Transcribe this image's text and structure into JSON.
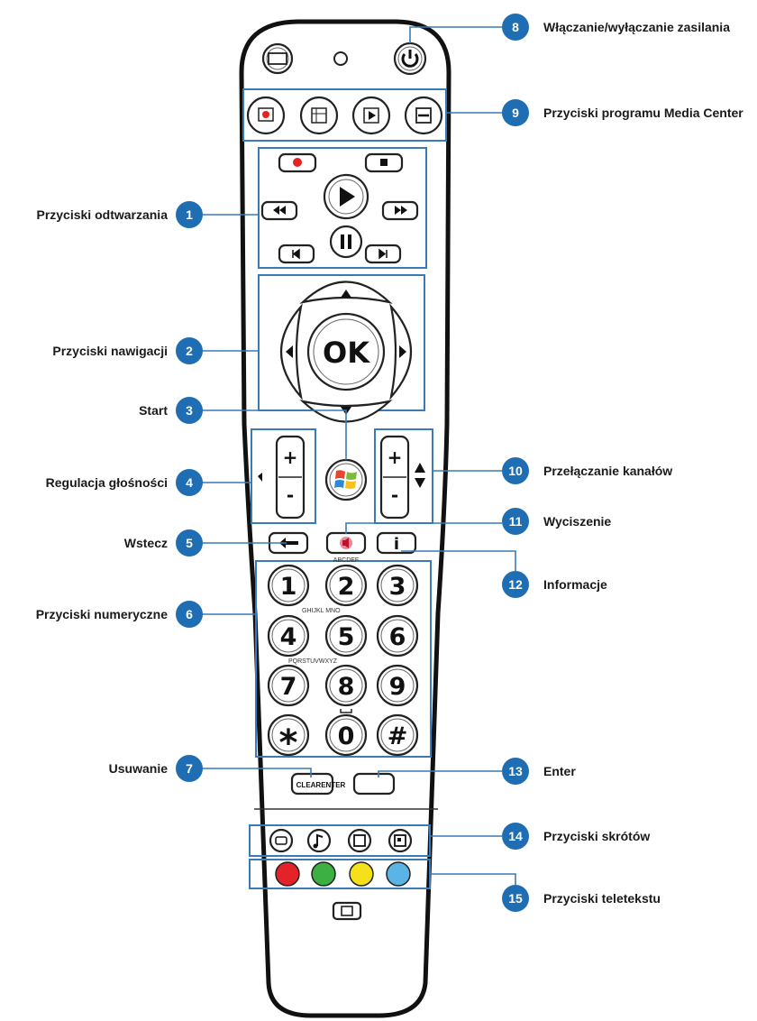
{
  "callouts": {
    "c1": {
      "number": "1",
      "text": "Przyciski odtwarzania"
    },
    "c2": {
      "number": "2",
      "text": "Przyciski nawigacji"
    },
    "c3": {
      "number": "3",
      "text": "Start"
    },
    "c4": {
      "number": "4",
      "text": "Regulacja głośności"
    },
    "c5": {
      "number": "5",
      "text": "Wstecz"
    },
    "c6": {
      "number": "6",
      "text": "Przyciski numeryczne"
    },
    "c7": {
      "number": "7",
      "text": "Usuwanie"
    },
    "c8": {
      "number": "8",
      "text": "Włączanie/wyłączanie zasilania"
    },
    "c9": {
      "number": "9",
      "text": "Przyciski programu Media Center"
    },
    "c10": {
      "number": "10",
      "text": "Przełączanie kanałów"
    },
    "c11": {
      "number": "11",
      "text": "Wyciszenie"
    },
    "c12": {
      "number": "12",
      "text": "Informacje"
    },
    "c13": {
      "number": "13",
      "text": "Enter"
    },
    "c14": {
      "number": "14",
      "text": "Przyciski skrótów"
    },
    "c15": {
      "number": "15",
      "text": "Przyciski teletekstu"
    }
  },
  "remote": {
    "ok_label": "OK",
    "plus": "+",
    "minus": "-",
    "info": "i",
    "keys": [
      "1",
      "2",
      "3",
      "4",
      "5",
      "6",
      "7",
      "8",
      "9",
      "*",
      "0",
      "#"
    ],
    "letters_2": "ABCDEF",
    "letters_4": "GHIJKL MNO",
    "letters_7": "PQRSTUVWXYZ",
    "clear_enter": "CLEARENTER"
  },
  "colors": {
    "badge": "#1f6db3",
    "leader": "#3a7bb5",
    "record": "#e32222",
    "teletext": [
      "#e3222a",
      "#3cb043",
      "#f5e11a",
      "#5ab4e5"
    ]
  }
}
